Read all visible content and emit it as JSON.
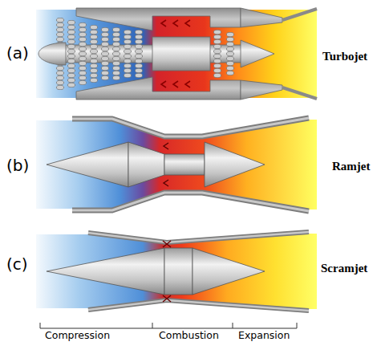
{
  "diagram": {
    "labels": [
      "(a)",
      "Turbojet",
      "(b)",
      "Ramjet",
      "(c)",
      "Scramjet",
      "Compression",
      "Combustion",
      "Expansion"
    ]
  }
}
